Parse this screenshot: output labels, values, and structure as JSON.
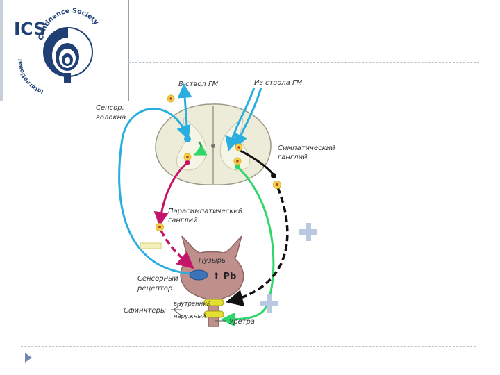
{
  "logo": {
    "abbr": "ICS",
    "arc_text": "Continence Society",
    "side_text": "International",
    "color": "#1f3f75"
  },
  "labels": {
    "to_brainstem": "В ствол ГМ",
    "from_brainstem": "Из ствола ГМ",
    "sensory_fibers_line1": "Сенсор.",
    "sensory_fibers_line2": "волокна",
    "sympathetic_line1": "Симпатический",
    "sympathetic_line2": "ганглий",
    "parasympathetic_line1": "Парасимпатический",
    "parasympathetic_line2": "ганглий",
    "bladder": "Пузырь",
    "pressure": "↑ Pb",
    "sensory_receptor_line1": "Сенсорный",
    "sensory_receptor_line2": "рецептор",
    "sphincters": "Сфинктеры",
    "internal": "внутренний",
    "external": "наружный",
    "urethra": "Уретра"
  },
  "colors": {
    "sensory": "#29aee0",
    "parasympathetic": "#c4156a",
    "somatic": "#2fd66a",
    "sympathetic": "#111111",
    "plus": "#b9c9e2",
    "bladder": "#bf8f8c",
    "sphincter": "#e5df33",
    "ganglion": "#f0d34a",
    "cord_gray": "#e8e9da"
  },
  "icons": [
    "plus-icon",
    "plus-icon",
    "bullet-triangle-icon"
  ]
}
